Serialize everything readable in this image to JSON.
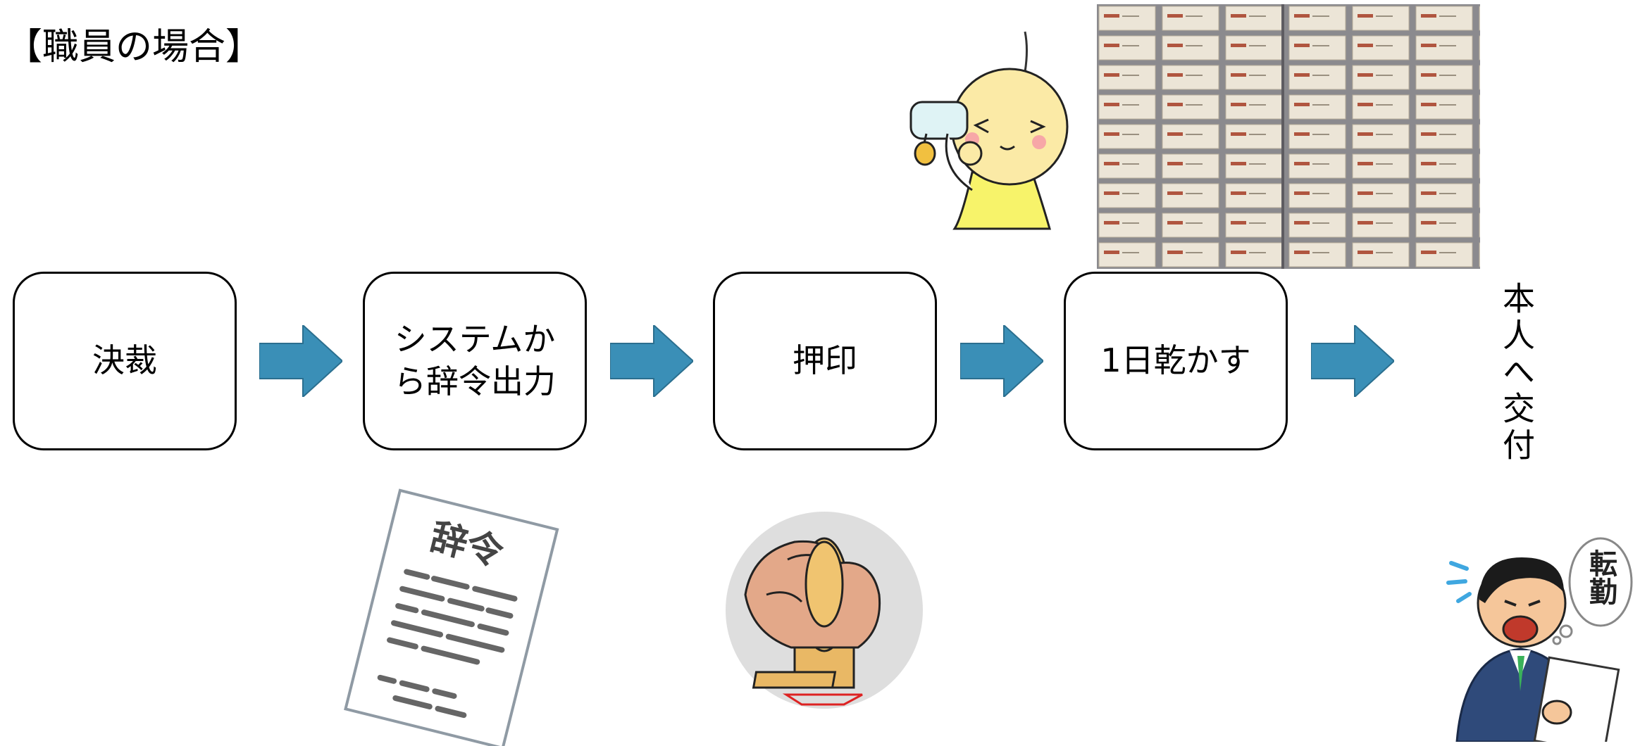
{
  "title": "【職員の場合】",
  "steps": [
    {
      "label": "決裁"
    },
    {
      "label": "システムから辞令出力"
    },
    {
      "label": "押印"
    },
    {
      "label": "1日乾かす"
    }
  ],
  "final_step": "本人へ交付",
  "illustrations": {
    "document": {
      "heading": "辞令"
    },
    "person": {
      "thought": "転勤"
    }
  },
  "colors": {
    "arrow": "#3A8FB7",
    "box_border": "#000000"
  },
  "icons": [
    "hair-dryer-character-illustration",
    "stacked-documents-photo",
    "document-illustration",
    "stamp-seal-illustration",
    "surprised-businessman-illustration"
  ]
}
